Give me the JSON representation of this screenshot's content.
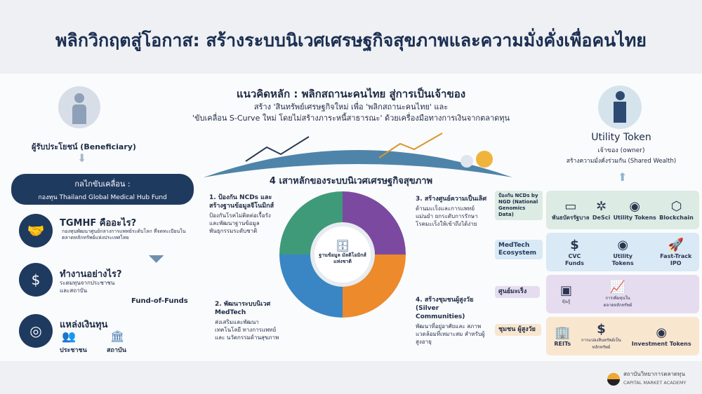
{
  "title": "พลิกวิกฤตสู่โอกาส: สร้างระบบนิเวศเศรษฐกิจสุขภาพและความมั่งคั่งเพื่อคนไทย",
  "concept": {
    "heading": "แนวคิดหลัก : พลิกสถานะคนไทย สู่การเป็นเจ้าของ",
    "line1": "สร้าง 'สินทรัพย์เศรษฐกิจใหม่ เพื่อ 'พลิกสถานะคนไทย' และ",
    "line2": "'ขับเคลื่อน S-Curve ใหม่ โดยไม่สร้างภาระหนี้สาธารณะ' ด้วยเครื่องมือทางการเงินจากตลาดทุน"
  },
  "left": {
    "beneficiary": "ผู้รับประโยชน์ (Beneficiary)",
    "mechanism_title": "กลไกขับเคลื่อน :",
    "mechanism_fund": "กองทุน Thailand Global Medical Hub Fund",
    "steps": [
      {
        "icon": "handshake-icon",
        "title": "TGMHF คืออะไร?",
        "text": "กองทุนพัฒนาศูนย์กลางการแพทย์ระดับโลก ที่จดทะเบียนในตลาดหลักทรัพย์แห่งประเทศไทย"
      },
      {
        "icon": "hand-coin-icon",
        "title": "ทำงานอย่างไร?",
        "text": "ระดมทุนจากประชาชน และสถาบัน"
      },
      {
        "icon": "coins-icon",
        "title": "แหล่งเงินทุน",
        "text": ""
      }
    ],
    "sources": [
      "ประชาชน",
      "สถาบัน"
    ],
    "fof": "Fund-of-Funds"
  },
  "pillars": {
    "heading": "4 เสาหลักของระบบนิเวศเศรษฐกิจสุขภาพ",
    "center": "ฐานข้อมูล มัลติโอมิกส์แห่งชาติ",
    "items": [
      {
        "title": "1. ป้องกัน NCDs และ สร้างฐานข้อมูลจีโนมิกส์",
        "text": "ป้องกันโรคไม่ติดต่อเรื้อรัง และพัฒนาฐานข้อมูล พันธุกรรมระดับชาติ",
        "color": "#3f9a7a"
      },
      {
        "title": "2. พัฒนาระบบนิเวศ MedTech",
        "text": "ส่งเสริมและพัฒนา เทคโนโลยี ทางการแพทย์และ นวัตกรรมด้านสุขภาพ",
        "color": "#3a86c4"
      },
      {
        "title": "3. สร้างศูนย์ความเป็นเลิศ",
        "text": "ด้านมะเร็งและการแพทย์ แม่นยำ ยกระดับการรักษา โรคมะเร็งให้เข้าถึงได้ง่าย",
        "color": "#7b4aa0"
      },
      {
        "title": "4. สร้างชุมชนผู้สูงวัย (Silver Communities)",
        "text": "พัฒนาที่อยู่อาศัยและ สภาพแวดล้อมที่เหมาะสม สำหรับผู้สูงอายุ",
        "color": "#ec8a2c"
      }
    ]
  },
  "right": {
    "token": "Utility Token",
    "owner": "เจ้าของ (owner)",
    "shared": "สร้างความมั่งคั่งร่วมกัน (Shared Wealth)",
    "rows": [
      {
        "tag": "ป้องกัน NCDs by NGD (National Genomics Data)",
        "color": "#dcebe3",
        "items": [
          [
            "bond-icon",
            "พันธบัตรรัฐบาล"
          ],
          [
            "molecule-icon",
            "DeSci"
          ],
          [
            "token-icon",
            "Utility Tokens"
          ],
          [
            "blockchain-icon",
            "Blockchain"
          ]
        ]
      },
      {
        "tag": "MedTech Ecosystem",
        "color": "#d9e9f5",
        "items": [
          [
            "hand-coin-icon",
            "CVC Funds"
          ],
          [
            "token-icon",
            "Utility Tokens"
          ],
          [
            "rocket-icon",
            "Fast-Track IPO"
          ]
        ]
      },
      {
        "tag": "ศูนย์มะเร็ง",
        "color": "#e6dcef",
        "items": [
          [
            "certificate-icon",
            "หุ้นกู้"
          ],
          [
            "growth-chart-icon",
            "การเพิ่มทุนในตลาดหลักทรัพย์"
          ]
        ]
      },
      {
        "tag": "ชุมชน ผู้สูงวัย",
        "color": "#f9e6cf",
        "items": [
          [
            "building-icon",
            "REITs"
          ],
          [
            "hand-coin-icon",
            "การแปลงสินทรัพย์เป็นหลักทรัพย์"
          ],
          [
            "coin-icon",
            "Investment Tokens"
          ]
        ]
      }
    ]
  },
  "logo": {
    "th": "สถาบันวิทยาการตลาดทุน",
    "en": "CAPITAL MARKET ACADEMY"
  }
}
